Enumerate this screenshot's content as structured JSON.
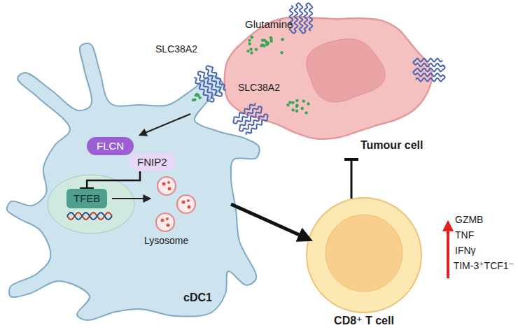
{
  "diagram": {
    "nodes": [
      {
        "text": [
          "cDC1"
        ]
      },
      {
        "text": [
          "FLCN"
        ],
        "in": 0
      },
      {
        "text": [
          "FNIP2"
        ],
        "in": 0
      },
      {
        "text": [
          "TFEB"
        ],
        "in": 0
      },
      {
        "text": [
          "Tumour cell"
        ]
      },
      {
        "text": [
          "CD8⁺ T cell"
        ]
      }
    ],
    "edges": [
      {
        "from": 2,
        "to": 3,
        "arrow": "to"
      },
      {
        "from": 0,
        "to": 5,
        "arrow": "to"
      },
      {
        "from": 5,
        "to": 4,
        "arrow": "to"
      }
    ],
    "labels": [
      "Glutamine",
      "SLC38A2",
      "SLC38A2",
      "Lysosome",
      "GZMB",
      "TNF",
      "IFNγ",
      "TIM-3⁺TCF1⁻"
    ]
  }
}
